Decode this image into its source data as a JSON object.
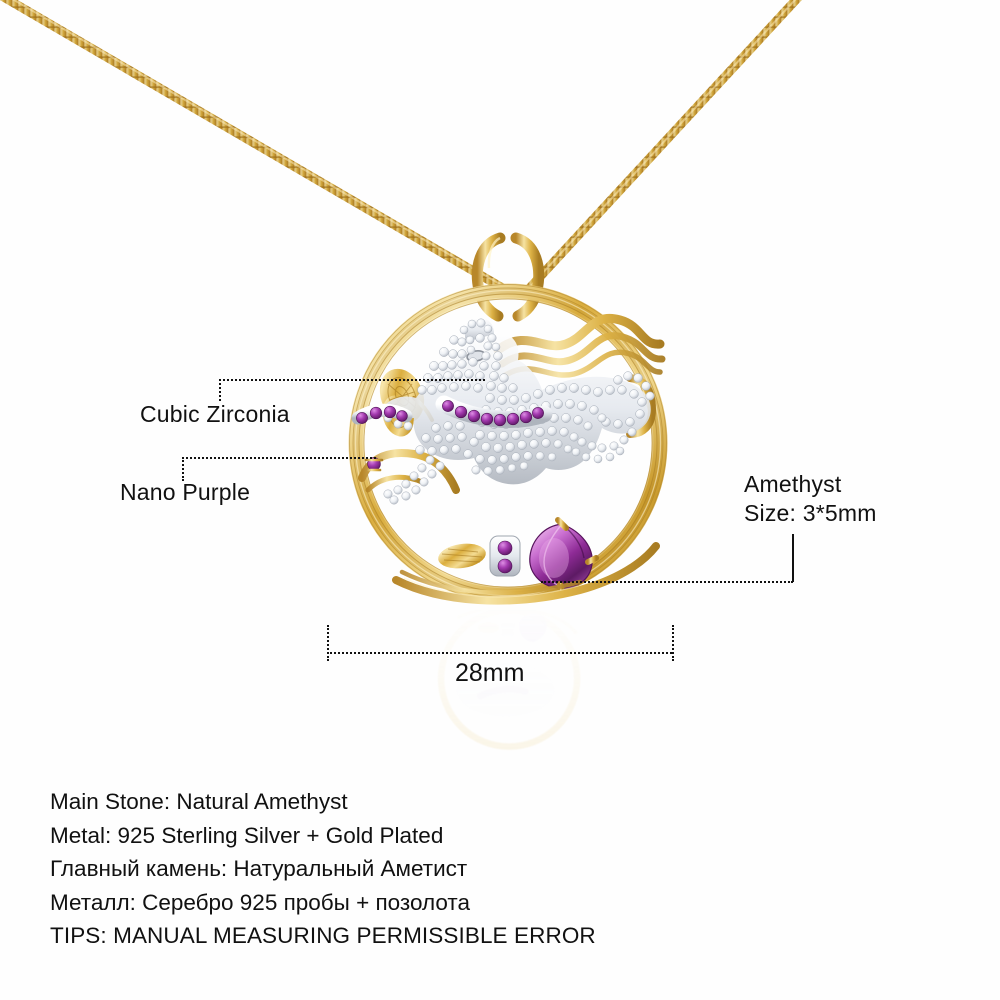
{
  "product": {
    "type": "necklace-pendant",
    "description": "Gold plated round pendant with pave cubic zirconia horse, nano purple accents, gold butterfly and pear cut natural amethyst, on a gold box chain"
  },
  "colors": {
    "background": "#ffffff",
    "gold_dark": "#c79a32",
    "gold_mid": "#e3bd55",
    "gold_light": "#f6e09a",
    "silver_dark": "#bfc4cc",
    "silver_light": "#ffffff",
    "amethyst_dark": "#6a2370",
    "amethyst_mid": "#9b2fa0",
    "amethyst_light": "#e3a6e0",
    "nano_purple": "#8b2fa6",
    "line": "#111111",
    "text": "#111111"
  },
  "callouts": [
    {
      "id": "cubic-zirconia",
      "label": "Cubic Zirconia"
    },
    {
      "id": "nano-purple",
      "label": "Nano Purple"
    },
    {
      "id": "amethyst",
      "label_line1": "Amethyst",
      "label_line2": "Size: 3*5mm"
    }
  ],
  "dimension": {
    "value": "28mm",
    "measures": "pendant outer diameter"
  },
  "specs": [
    "Main Stone: Natural Amethyst",
    "Metal: 925 Sterling Silver + Gold Plated",
    "Главный камень: Натуральный Аметист",
    "Металл: Серебро 925 пробы + позолота",
    "TIPS: MANUAL MEASURING PERMISSIBLE ERROR"
  ]
}
